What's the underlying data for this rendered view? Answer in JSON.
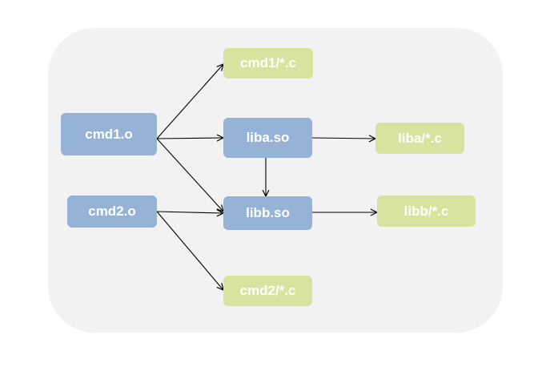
{
  "diagram": {
    "colors": {
      "panel": "#f2f2f2",
      "object_node": "#95b3d7",
      "source_node": "#d7e4a0",
      "edge": "#000000",
      "text": "#ffffff"
    },
    "nodes": {
      "cmd1_o": "cmd1.o",
      "cmd2_o": "cmd2.o",
      "liba_so": "liba.so",
      "libb_so": "libb.so",
      "cmd1_src": "cmd1/*.c",
      "cmd2_src": "cmd2/*.c",
      "liba_src": "liba/*.c",
      "libb_src": "libb/*.c"
    },
    "edges": [
      {
        "from": "cmd1.o",
        "to": "cmd1/*.c"
      },
      {
        "from": "cmd1.o",
        "to": "liba.so"
      },
      {
        "from": "cmd1.o",
        "to": "libb.so"
      },
      {
        "from": "cmd2.o",
        "to": "libb.so"
      },
      {
        "from": "cmd2.o",
        "to": "cmd2/*.c"
      },
      {
        "from": "liba.so",
        "to": "libb.so"
      },
      {
        "from": "liba.so",
        "to": "liba/*.c"
      },
      {
        "from": "libb.so",
        "to": "libb/*.c"
      }
    ]
  }
}
